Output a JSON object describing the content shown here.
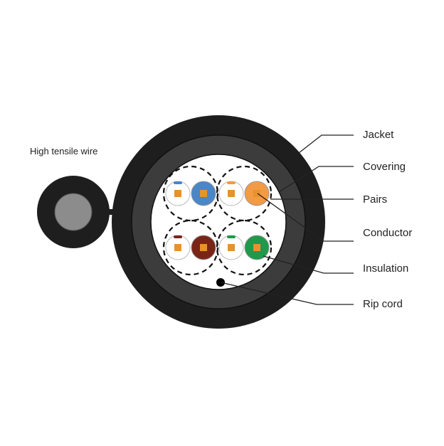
{
  "labels": {
    "high_tensile_wire": "High tensile wire",
    "jacket": "Jacket",
    "covering": "Covering",
    "pairs": "Pairs",
    "conductor": "Conductor",
    "insulation": "Insulation",
    "rip_cord": "Rip cord"
  },
  "colors": {
    "jacket": "#1e1e1e",
    "covering": "#3c3c3c",
    "wire_core": "#8c8c8c",
    "conductor": "#e8922a",
    "pair_blue": "#4a86c8",
    "pair_orange": "#f39a45",
    "pair_brown": "#7a2418",
    "pair_green": "#1e9a4a"
  }
}
